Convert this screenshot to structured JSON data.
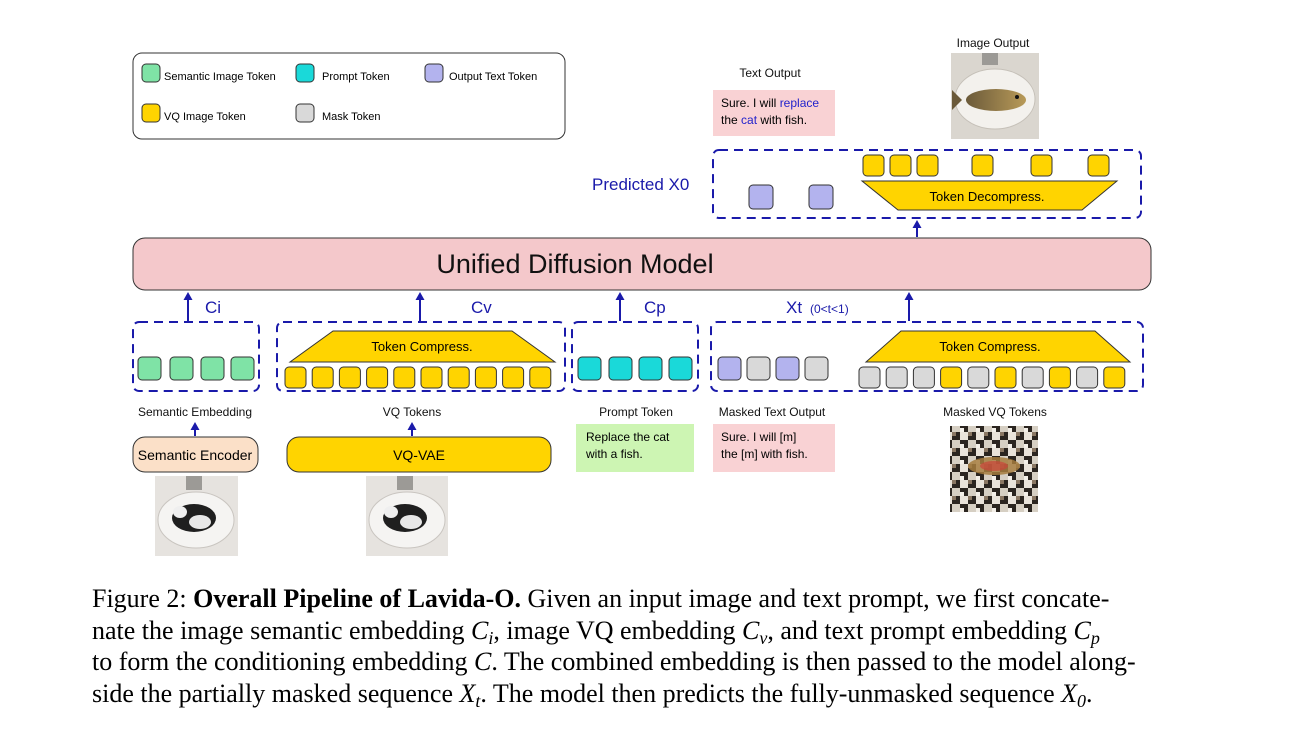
{
  "legend": {
    "semantic_image_token": "Semantic Image Token",
    "prompt_token": "Prompt Token",
    "output_text_token": "Output Text Token",
    "vq_image_token": "VQ Image Token",
    "mask_token": "Mask Token"
  },
  "colors": {
    "semantic": "#7fe3a6",
    "prompt": "#1ad9d9",
    "output_text": "#b3b3ee",
    "vq": "#ffd400",
    "mask": "#d9d9d9",
    "model_fill": "#f4c8cb",
    "arrow_blue": "#1a1aaa",
    "encoder_fill": "#fbe0c8",
    "prompt_box": "#cdf5b3",
    "text_box": "#f9d2d4"
  },
  "model": {
    "label": "Unified Diffusion Model"
  },
  "labels": {
    "ci": "Ci",
    "cv": "Cv",
    "cp": "Cp",
    "xt": "Xt",
    "xt_range": "(0<t<1)",
    "predicted": "Predicted X0",
    "token_compress": "Token Compress.",
    "token_decompress": "Token Decompress.",
    "semantic_embedding": "Semantic Embedding",
    "vq_tokens": "VQ Tokens",
    "prompt_token": "Prompt Token",
    "masked_text_output": "Masked Text Output",
    "masked_vq_tokens": "Masked VQ Tokens",
    "semantic_encoder": "Semantic Encoder",
    "vq_vae": "VQ-VAE",
    "text_output": "Text Output",
    "image_output": "Image Output"
  },
  "boxes": {
    "prompt_text_line1": "Replace the cat",
    "prompt_text_line2": "with a fish.",
    "masked_text_line1": "Sure. I will [m]",
    "masked_text_line2": "the [m] with fish.",
    "output_text_line1_a": "Sure. I will ",
    "output_text_line1_b": "replace",
    "output_text_line2_a": "the ",
    "output_text_line2_b": "cat",
    "output_text_line2_c": " with fish."
  },
  "sequences": {
    "masked_vq": [
      "mask",
      "mask",
      "mask",
      "vq",
      "mask",
      "vq",
      "mask",
      "vq",
      "mask",
      "vq"
    ]
  },
  "caption": {
    "figure_label": "Figure 2:",
    "title": "Overall Pipeline of Lavida-O.",
    "l1": "Given an input image and text prompt, we first concate-",
    "l2a": "nate the image semantic embedding ",
    "ci": "C",
    "ci_sub": "i",
    "l2b": ", image VQ embedding ",
    "cv": "C",
    "cv_sub": "v",
    "l2c": ", and text prompt embedding ",
    "cp": "C",
    "cp_sub": "p",
    "l3a": "to form the conditioning embedding ",
    "c": "C",
    "l3b": ". The combined embedding is then passed to the model along-",
    "l4a": "side the partially masked sequence ",
    "xt": "X",
    "xt_sub": "t",
    "l4b": ". The model then predicts the fully-unmasked sequence ",
    "x0": "X",
    "x0_sub": "0",
    "l4c": "."
  }
}
